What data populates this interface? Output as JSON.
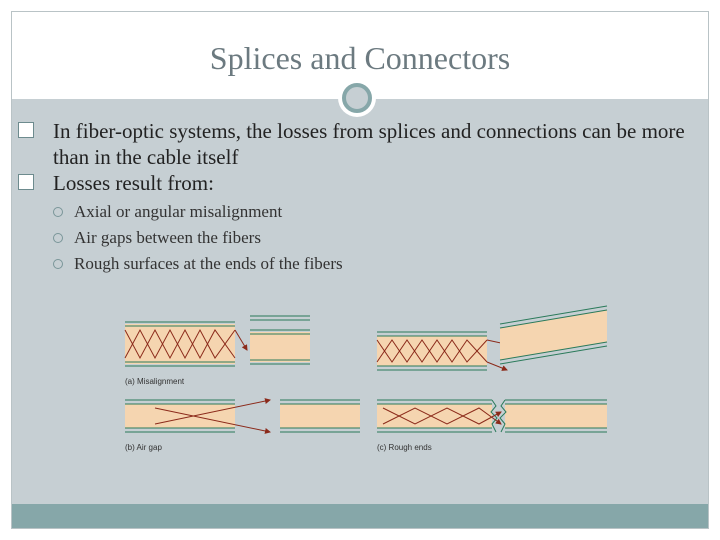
{
  "slide": {
    "title": "Splices and Connectors",
    "bullets": [
      {
        "text": "In fiber-optic systems, the losses from splices and connections can be more than in the cable itself",
        "subitems": []
      },
      {
        "text": "Losses result from:",
        "subitems": [
          "Axial or angular misalignment",
          "Air gaps between the fibers",
          "Rough surfaces at the ends of the fibers"
        ]
      }
    ]
  },
  "figure": {
    "captions": {
      "misalignment": "(a) Misalignment",
      "air_gap": "(b) Air gap",
      "rough_ends": "(c) Rough ends"
    }
  },
  "colors": {
    "title": "#6c7a80",
    "content_bg": "#c6cfd3",
    "accent": "#86a7a9",
    "fiber_core": "#f5d5b0",
    "ray": "#8b2a1a"
  }
}
